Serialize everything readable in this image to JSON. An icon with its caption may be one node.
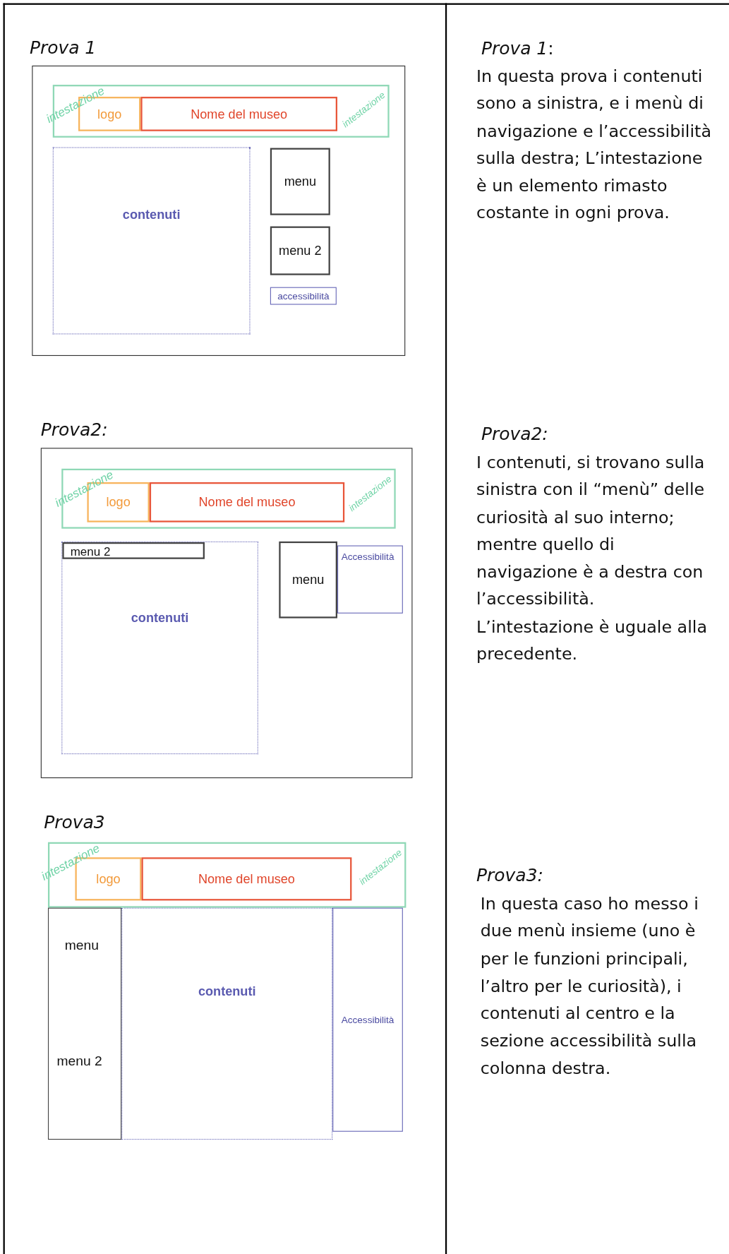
{
  "diagram": {
    "nodes": [
      {
        "text": [
          "Prova 1"
        ]
      },
      {
        "text": [
          "intestazione",
          "intestazione"
        ],
        "in": 0
      },
      {
        "text": [
          "logo"
        ],
        "in": 1
      },
      {
        "text": [
          "Nome del museo"
        ],
        "in": 1
      },
      {
        "text": [
          "contenuti"
        ],
        "in": 0
      },
      {
        "text": [
          "menu"
        ],
        "in": 0
      },
      {
        "text": [
          "menu 2"
        ],
        "in": 0
      },
      {
        "text": [
          "accessibilità"
        ],
        "in": 0
      },
      {
        "text": [
          "Prova2:"
        ]
      },
      {
        "text": [
          "intestazione",
          "intestazione"
        ],
        "in": 8
      },
      {
        "text": [
          "logo"
        ],
        "in": 9
      },
      {
        "text": [
          "Nome del museo"
        ],
        "in": 9
      },
      {
        "text": [
          "contenuti"
        ],
        "in": 8
      },
      {
        "text": [
          "menu 2"
        ],
        "in": 12
      },
      {
        "text": [
          "menu"
        ],
        "in": 8
      },
      {
        "text": [
          "Accessibilità"
        ],
        "in": 8
      },
      {
        "text": [
          "intestazione",
          "intestazione"
        ]
      },
      {
        "text": [
          "logo"
        ],
        "in": 16
      },
      {
        "text": [
          "Nome del museo"
        ],
        "in": 16
      },
      {
        "text": [
          "menu",
          "menu 2"
        ]
      },
      {
        "text": [
          "contenuti"
        ]
      },
      {
        "text": [
          "Accessibilità"
        ]
      }
    ],
    "edges": [],
    "labels": [
      "*Prova 1*:",
      "In questa prova i contenuti sono a sinistra, e i menù di navigazione e l’accessibilità sulla destra; L’intestazione è un elemento rimasto costante in ogni prova.",
      "Prova2:",
      "I contenuti, si trovano sulla sinistra con il “menù” delle curiosità al suo interno; mentre quello di navigazione è a destra con l’accessibilità. L’intestazione è uguale alla precedente.",
      "Prova3",
      "Prova3:",
      "In questa caso ho messo i due menù insieme (uno è per le funzioni principali, l’altro per le curiosità), i contenuti al centro e la sezione accessibilità sulla colonna destra."
    ]
  }
}
